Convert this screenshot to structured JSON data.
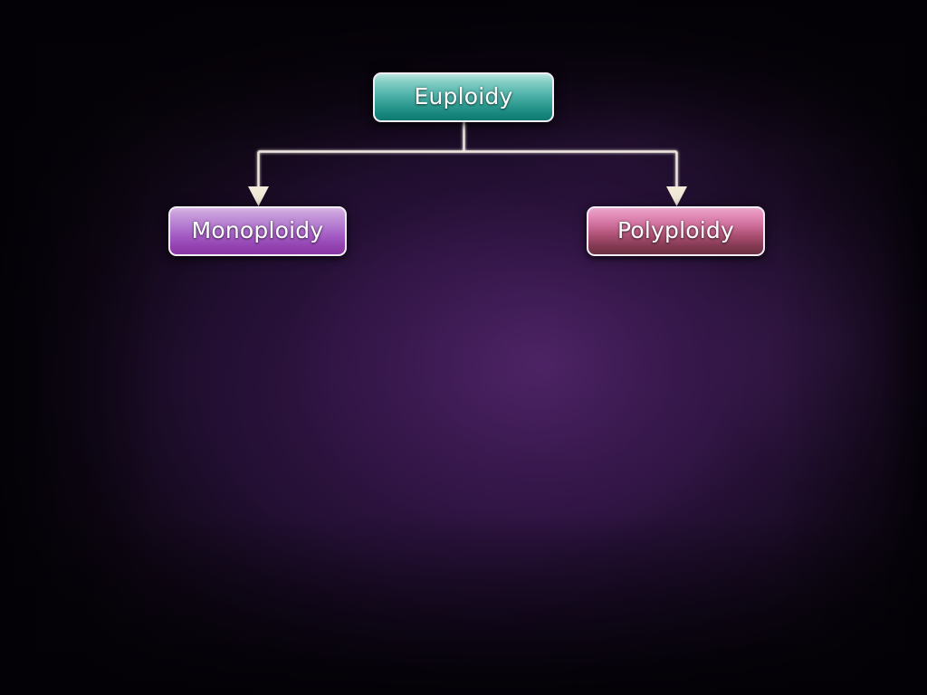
{
  "diagram": {
    "title": "Euploidy",
    "type": "hierarchy-tree",
    "nodes": [
      {
        "id": "euploidy",
        "label": "Euploidy",
        "level": 0,
        "color": "#2d9a90",
        "color_top": "#b9e5de",
        "color_bottom": "#0f7a71",
        "border_color": "#f3eef6",
        "text_color": "#ffffff"
      },
      {
        "id": "monoploidy",
        "label": "Monoploidy",
        "level": 1,
        "color": "#a259c2",
        "color_top": "#d6b3e4",
        "color_bottom": "#8a37a6",
        "border_color": "#f3eef6",
        "text_color": "#ffffff"
      },
      {
        "id": "polyploidy",
        "label": "Polyploidy",
        "level": 1,
        "color": "#cf6f9c",
        "color_top": "#eaa6c9",
        "color_bottom": "#6b2f41",
        "border_color": "#f3eef6",
        "text_color": "#ffffff"
      }
    ],
    "edges": [
      {
        "from": "euploidy",
        "to": "monoploidy",
        "arrow": "down"
      },
      {
        "from": "euploidy",
        "to": "polyploidy",
        "arrow": "down"
      }
    ],
    "connector_color": "#efe6e0",
    "arrowhead_color": "#f2ead8",
    "background_color": "#1e0d2c"
  }
}
